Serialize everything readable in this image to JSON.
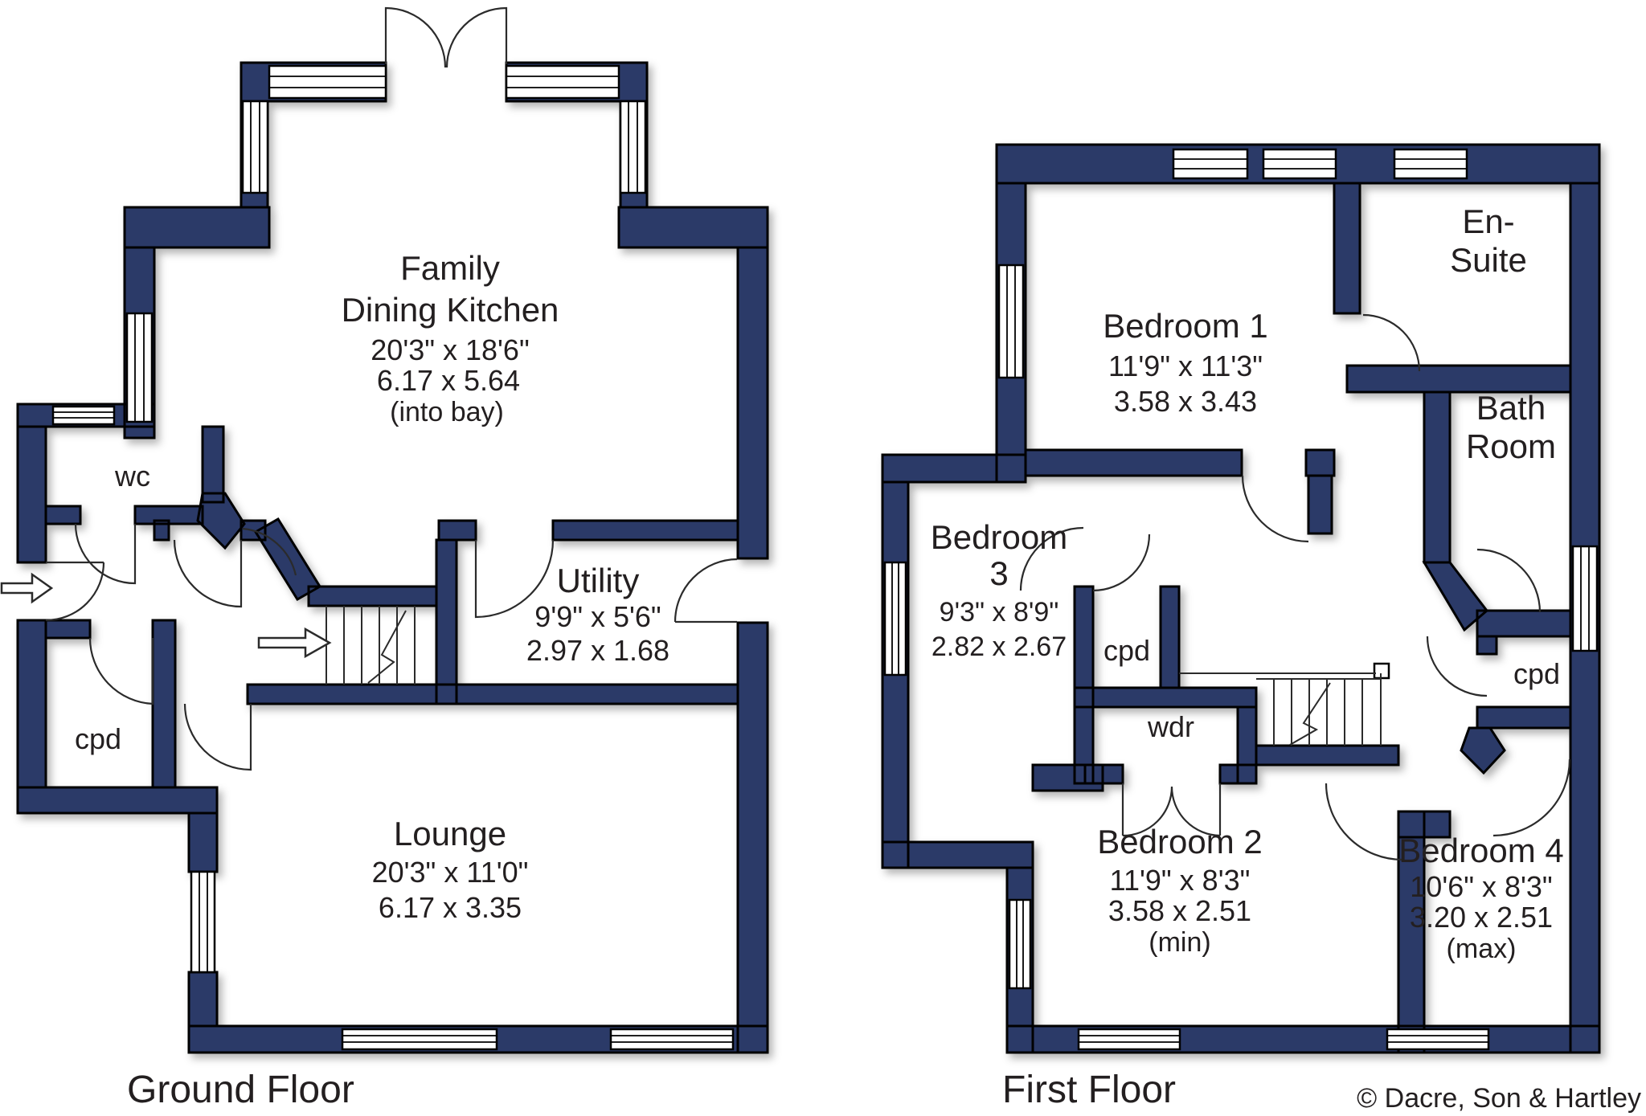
{
  "copyright": "© Dacre, Son & Hartley",
  "colors": {
    "wall": "#2b3a68",
    "line": "#2b2b2b",
    "text": "#231f20",
    "background": "#ffffff"
  },
  "floors": [
    {
      "title": "Ground Floor",
      "rooms": [
        {
          "id": "family-dining-kitchen",
          "lines": [
            "Family",
            "Dining Kitchen",
            "20'3\" x 18'6\"",
            "6.17 x 5.64",
            "(into bay)"
          ]
        },
        {
          "id": "wc",
          "lines": [
            "wc"
          ]
        },
        {
          "id": "utility",
          "lines": [
            "Utility",
            "9'9\" x 5'6\"",
            "2.97 x 1.68"
          ]
        },
        {
          "id": "cpd",
          "lines": [
            "cpd"
          ]
        },
        {
          "id": "lounge",
          "lines": [
            "Lounge",
            "20'3\" x 11'0\"",
            "6.17 x 3.35"
          ]
        }
      ]
    },
    {
      "title": "First Floor",
      "rooms": [
        {
          "id": "bedroom-1",
          "lines": [
            "Bedroom 1",
            "11'9\" x 11'3\"",
            "3.58 x 3.43"
          ]
        },
        {
          "id": "en-suite",
          "lines": [
            "En-",
            "Suite"
          ]
        },
        {
          "id": "bath-room",
          "lines": [
            "Bath",
            "Room"
          ]
        },
        {
          "id": "bedroom-3",
          "lines": [
            "Bedroom",
            "3",
            "9'3\" x 8'9\"",
            "2.82 x 2.67"
          ]
        },
        {
          "id": "cpd-landing",
          "lines": [
            "cpd"
          ]
        },
        {
          "id": "wdr",
          "lines": [
            "wdr"
          ]
        },
        {
          "id": "cpd-right",
          "lines": [
            "cpd"
          ]
        },
        {
          "id": "bedroom-2",
          "lines": [
            "Bedroom 2",
            "11'9\" x 8'3\"",
            "3.58 x 2.51",
            "(min)"
          ]
        },
        {
          "id": "bedroom-4",
          "lines": [
            "Bedroom 4",
            "10'6\" x 8'3\"",
            "3.20 x 2.51",
            "(max)"
          ]
        }
      ]
    }
  ]
}
